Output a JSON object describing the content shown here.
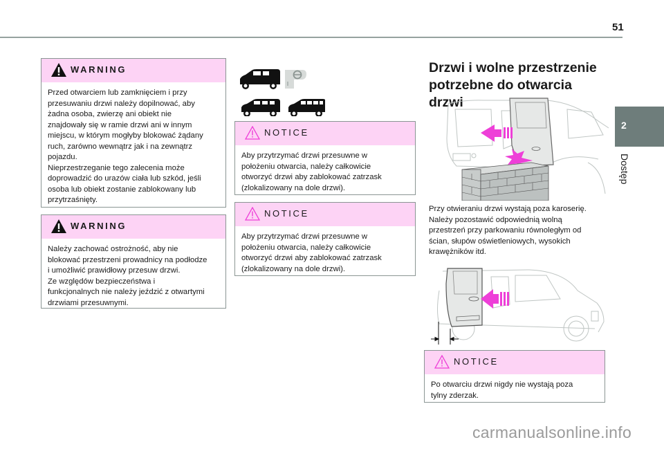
{
  "page": {
    "number": "51",
    "chapter_number": "2",
    "chapter_title": "Dostęp"
  },
  "left_column": {
    "warning1": {
      "title": "WARNING",
      "icon": "warning-triangle-filled-icon",
      "text": "Przed otwarciem lub zamknięciem i przy\nprzesuwaniu drzwi należy dopilnować, aby\nżadna osoba, zwierzę ani obiekt nie\nznajdowały się w ramie drzwi ani w innym\nmiejscu, w którym mogłyby blokować żądany\nruch, zarówno wewnątrz jak i na zewnątrz\npojazdu.\nNieprzestrzeganie tego zalecenia może\ndoprowadzić do urazów ciała lub szkód, jeśli\nosoba lub obiekt zostanie zablokowany lub\nprzytrzaśnięty."
    },
    "warning2": {
      "title": "WARNING",
      "icon": "warning-triangle-filled-icon",
      "text": "Należy zachować ostrożność, aby nie\nblokować przestrzeni prowadnicy na podłodze\ni umożliwić prawidłowy przesuw drzwi.\nZe względów bezpieczeństwa i\nfunkcjonalnych nie należy jeździć z otwartymi\ndrzwiami przesuwnymi."
    }
  },
  "middle_column": {
    "vehicle_icons": [
      "van-short-icon",
      "steering-wheel-icon",
      "van-5-seat-icon",
      "van-7-seat-icon"
    ],
    "notice1": {
      "title": "NOTICE",
      "icon": "notice-triangle-outline-icon",
      "text": "Aby przytrzymać drzwi przesuwne w\npołożeniu otwarcia, należy całkowicie\notworzyć drzwi aby zablokować zatrzask\n(zlokalizowany na dole drzwi)."
    },
    "notice2": {
      "title": "NOTICE",
      "icon": "notice-triangle-outline-icon",
      "text": "Aby przytrzymać drzwi przesuwne w\npołożeniu otwarcia, należy całkowicie\notworzyć drzwi aby zablokować zatrzask\n(zlokalizowany na dole drzwi)."
    }
  },
  "right_column": {
    "heading": "Drzwi i wolne przestrzenie potrzebne do otwarcia drzwi",
    "illustration1": "sliding-door-wall-obstruction-illustration",
    "paragraph": "Przy otwieraniu drzwi wystają poza karoserię.\nNależy pozostawić odpowiednią wolną\nprzestrzeń przy parkowaniu równoległym od\nścian, słupów oświetleniowych, wysokich\nkrawężników itd.",
    "illustration2": "rear-door-clearance-illustration",
    "notice": {
      "title": "NOTICE",
      "icon": "notice-triangle-outline-icon",
      "text": "Po otwarciu drzwi nigdy nie wystają poza\ntylny zderzak."
    }
  },
  "colors": {
    "box_header": "#fdd3f5",
    "box_border": "#8a9593",
    "chapter_tab": "#6e7d7b",
    "accent_magenta": "#ee3fd8",
    "rule": "#95a29f"
  },
  "watermark": "carmanualsonline.info"
}
